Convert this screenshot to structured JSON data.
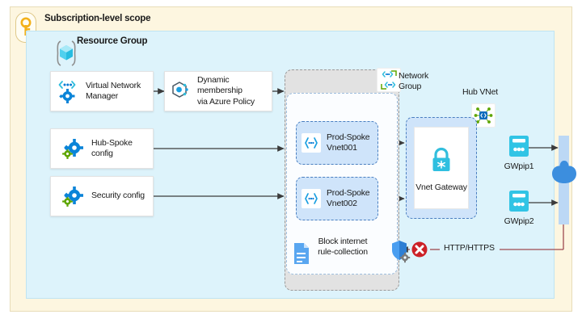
{
  "scope": {
    "title": "Subscription-level scope",
    "icon": "key-icon",
    "fill": "#fdf6e0"
  },
  "resource_group": {
    "title": "Resource Group",
    "icon": "resource-group-cube-icon",
    "fill": "#ddf3fb"
  },
  "cards": [
    {
      "id": "virtual-network-manager",
      "label": "Virtual Network\nManager",
      "line1": "Virtual Network",
      "line2": "Manager",
      "icon": "virtual-network-manager-icon"
    },
    {
      "id": "dynamic-membership",
      "label": "Dynamic membership\nvia Azure Policy",
      "line1": "Dynamic membership",
      "line2": "via Azure Policy",
      "icon": "azure-policy-icon"
    },
    {
      "id": "hub-spoke-config",
      "label": "Hub-Spoke\nconfig",
      "line1": "Hub-Spoke",
      "line2": "config",
      "icon": "gear-config-icon"
    },
    {
      "id": "security-config",
      "label": "Security config",
      "line1": "Security config",
      "line2": "",
      "icon": "gear-config-icon"
    }
  ],
  "network_group": {
    "label_line1": "Network",
    "label_line2": "Group",
    "icon": "network-group-icon",
    "fill": "#e2e2e2"
  },
  "spokes": [
    {
      "id": "prod-spoke-vnet001",
      "line1": "Prod-Spoke",
      "line2": "Vnet001",
      "icon": "vnet-icon"
    },
    {
      "id": "prod-spoke-vnet002",
      "line1": "Prod-Spoke",
      "line2": "Vnet002",
      "icon": "vnet-icon"
    }
  ],
  "hub": {
    "label": "Hub VNet",
    "icon": "hub-vnet-icon",
    "gateway_label": "Vnet Gateway",
    "gateway_icon": "vnet-gateway-lock-icon",
    "fill": "#cfe4fa"
  },
  "public_ips": [
    {
      "id": "gwpip1",
      "label": "GWpip1",
      "icon": "public-ip-icon"
    },
    {
      "id": "gwpip2",
      "label": "GWpip2",
      "icon": "public-ip-icon"
    }
  ],
  "internet": {
    "icon": "internet-cloud-icon",
    "bar_color": "#bcd8f5",
    "cloud_color": "#3c8ede"
  },
  "block_rule": {
    "line1": "Block internet",
    "line2": "rule-collection",
    "doc_icon": "document-icon",
    "shield_icon": "firewall-shield-icon",
    "deny_icon": "red-x-deny-icon",
    "traffic_label": "HTTP/HTTPS",
    "deny_color": "#cc2127",
    "connector_color": "#9e4a4f"
  },
  "colors": {
    "scope_fill": "#fdf6e0",
    "rg_fill": "#ddf3fb",
    "spoke_fill": "#cfe4fa",
    "network_group_fill": "#e2e2e2",
    "azure_blue": "#0078d4",
    "azure_cyan": "#32bedd",
    "green": "#5ea500",
    "arrow": "#3b3b3b"
  }
}
